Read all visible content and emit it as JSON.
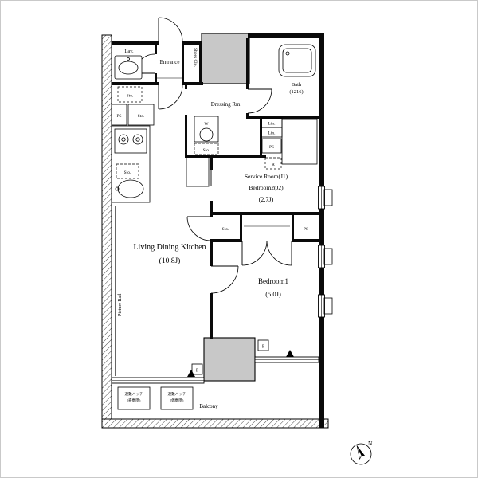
{
  "plan": {
    "rooms": {
      "lav": "Lav.",
      "entrance": "Entrance",
      "shoes_closet": "Shoes Clo.",
      "bath": "Bath",
      "bath_size": "(1216)",
      "dressing_room": "Dressing Rm.",
      "service_room_line1": "Service Room(J1)",
      "service_room_line2": "Bedroom2(J2)",
      "service_room_size": "(2.7J)",
      "ldk": "Living Dining Kitchen",
      "ldk_size": "(10.8J)",
      "bedroom1": "Bedroom1",
      "bedroom1_size": "(5.0J)",
      "balcony": "Balcony",
      "picture_rail": "Picture Rail"
    },
    "labels": {
      "ps": "PS",
      "sto": "Sto.",
      "lin": "Lin.",
      "w": "W",
      "r": "R",
      "p": "P"
    },
    "hatch": {
      "title": "避難ハッチ",
      "odd": "(奇数階)",
      "even": "(偶数階)"
    },
    "compass": {
      "north": "N"
    },
    "colors": {
      "shaft_fill": "#c8c8c8",
      "frame": "#c9c9c9"
    }
  }
}
